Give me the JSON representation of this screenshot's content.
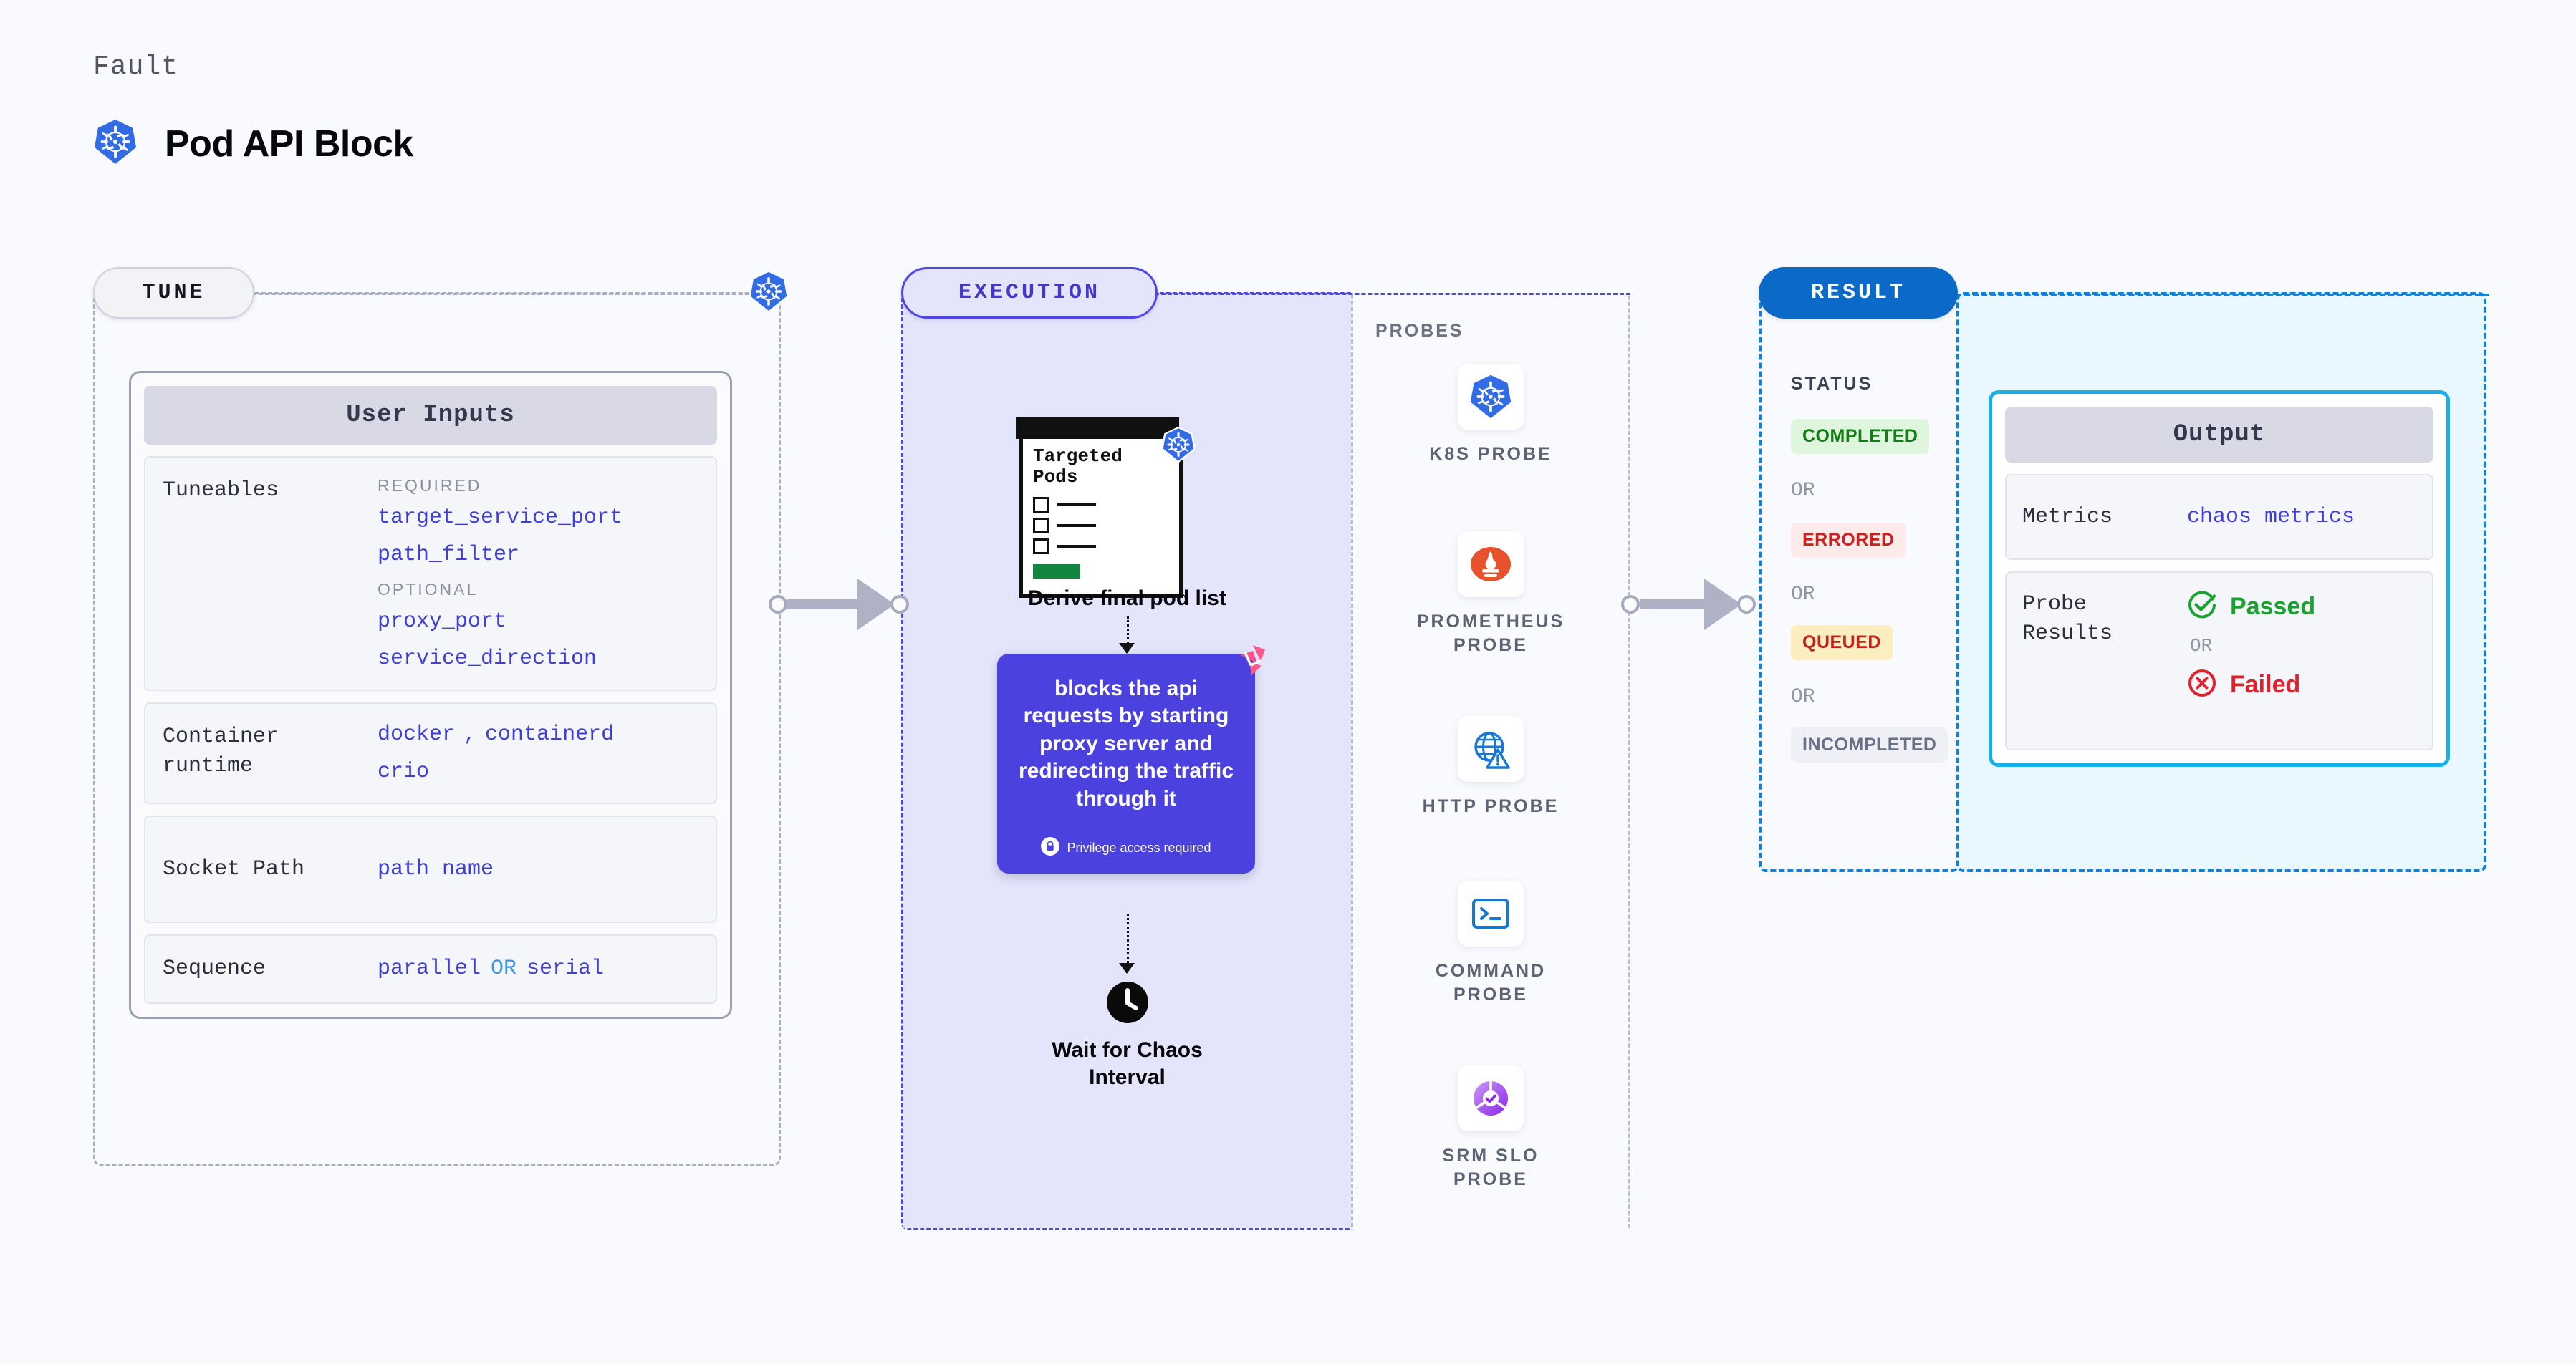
{
  "header": {
    "eyebrow": "Fault",
    "title": "Pod API Block",
    "icon": "kubernetes-icon"
  },
  "stages": {
    "tune": {
      "label": "TUNE"
    },
    "execution": {
      "label": "EXECUTION"
    },
    "result": {
      "label": "RESULT"
    }
  },
  "tune": {
    "card_title": "User Inputs",
    "rows": [
      {
        "label": "Tuneables",
        "groups": [
          {
            "tag": "REQUIRED",
            "values": [
              "target_service_port",
              "path_filter"
            ]
          },
          {
            "tag": "OPTIONAL",
            "values": [
              "proxy_port",
              "service_direction"
            ]
          }
        ]
      },
      {
        "label": "Container runtime",
        "label_line1": "Container",
        "label_line2": "runtime",
        "values_line1": "docker",
        "separator": ",",
        "values_line2": "containerd",
        "values_line3": "crio"
      },
      {
        "label": "Socket Path",
        "value": "path name"
      },
      {
        "label": "Sequence",
        "value_a": "parallel",
        "operator": "OR",
        "value_b": "serial"
      }
    ]
  },
  "execution": {
    "targeted_pods": {
      "title_line1": "Targeted",
      "title_line2": "Pods",
      "badge_icon": "kubernetes-icon"
    },
    "derive_label": "Derive final pod list",
    "action_card": {
      "text": "blocks the api requests by starting proxy server and redirecting the traffic through it",
      "privilege_note": "Privilege access required",
      "privilege_icon": "lock-icon",
      "corner_icon": "harness-logo-icon",
      "color": "#4b41df"
    },
    "wait": {
      "icon": "clock-icon",
      "label_line1": "Wait for Chaos",
      "label_line2": "Interval"
    }
  },
  "probes": {
    "title": "PROBES",
    "items": [
      {
        "label": "K8S PROBE",
        "icon": "kubernetes-icon"
      },
      {
        "label_line1": "PROMETHEUS",
        "label_line2": "PROBE",
        "label": "PROMETHEUS PROBE",
        "icon": "prometheus-icon"
      },
      {
        "label": "HTTP PROBE",
        "icon": "globe-warning-icon"
      },
      {
        "label_line1": "COMMAND",
        "label_line2": "PROBE",
        "label": "COMMAND PROBE",
        "icon": "terminal-icon"
      },
      {
        "label_line1": "SRM SLO",
        "label_line2": "PROBE",
        "label": "SRM SLO PROBE",
        "icon": "slo-donut-icon"
      }
    ]
  },
  "result": {
    "status_title": "STATUS",
    "or_label": "OR",
    "badges": [
      {
        "label": "COMPLETED",
        "bg": "#dff5dd",
        "fg": "#147c17"
      },
      {
        "label": "ERRORED",
        "bg": "#fdeaea",
        "fg": "#cf2020"
      },
      {
        "label": "QUEUED",
        "bg": "#fdeec0",
        "fg": "#c32020"
      },
      {
        "label": "INCOMPLETED",
        "bg": "#eef0f6",
        "fg": "#6a7085"
      }
    ]
  },
  "output": {
    "card_title": "Output",
    "metrics_label": "Metrics",
    "metrics_value": "chaos metrics",
    "probe_results_label_line1": "Probe",
    "probe_results_label_line2": "Results",
    "passed_label": "Passed",
    "failed_label": "Failed",
    "or_label": "OR",
    "passed_icon": "check-circle-icon",
    "failed_icon": "x-circle-icon",
    "accent": "#17b0e8"
  }
}
